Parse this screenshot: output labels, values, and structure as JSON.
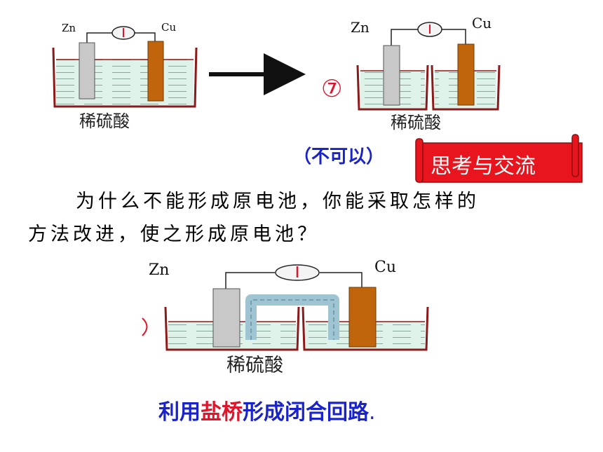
{
  "top_left_diagram": {
    "anode_label": "Zn",
    "cathode_label": "Cu",
    "electrolyte_label": "稀硫酸"
  },
  "top_right_diagram": {
    "anode_label": "Zn",
    "cathode_label": "Cu",
    "electrolyte_label": "稀硫酸",
    "circled_number": "⑦"
  },
  "verdict": "（不可以）",
  "discussion_badge": "思考与交流",
  "question": {
    "line1": "为什么不能形成原电池，你能采取怎样的",
    "line2": "方法改进，使之形成原电池？"
  },
  "bottom_diagram": {
    "anode_label": "Zn",
    "cathode_label": "Cu",
    "electrolyte_label": "稀硫酸"
  },
  "answer": {
    "part1": "利用",
    "highlight": "盐桥",
    "part2": "形成闭合回路",
    "period": "."
  },
  "colors": {
    "beaker": "#8b1a1a",
    "zinc": "#c8c8c8",
    "copper": "#c0650b",
    "highlight_text": "#e0142a",
    "main_text": "#1a22c9",
    "badge": "#e8141e"
  }
}
